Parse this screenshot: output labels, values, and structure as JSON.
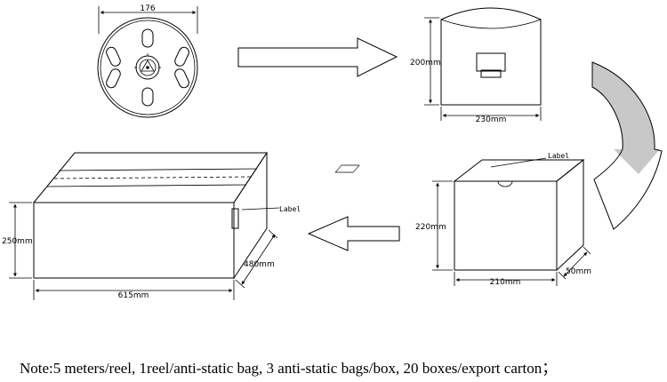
{
  "reel": {
    "width_dim": "176"
  },
  "bag": {
    "height_dim": "200mm",
    "width_dim": "230mm"
  },
  "box": {
    "label": "Label",
    "height_dim": "220mm",
    "width_dim": "210mm",
    "depth_dim": "50mm"
  },
  "carton": {
    "label": "Label",
    "height_dim": "250mm",
    "width_dim": "615mm",
    "depth_dim": "480mm"
  },
  "note": "Note:5 meters/reel, 1reel/anti-static bag, 3 anti-static bags/box, 20 boxes/export carton；"
}
